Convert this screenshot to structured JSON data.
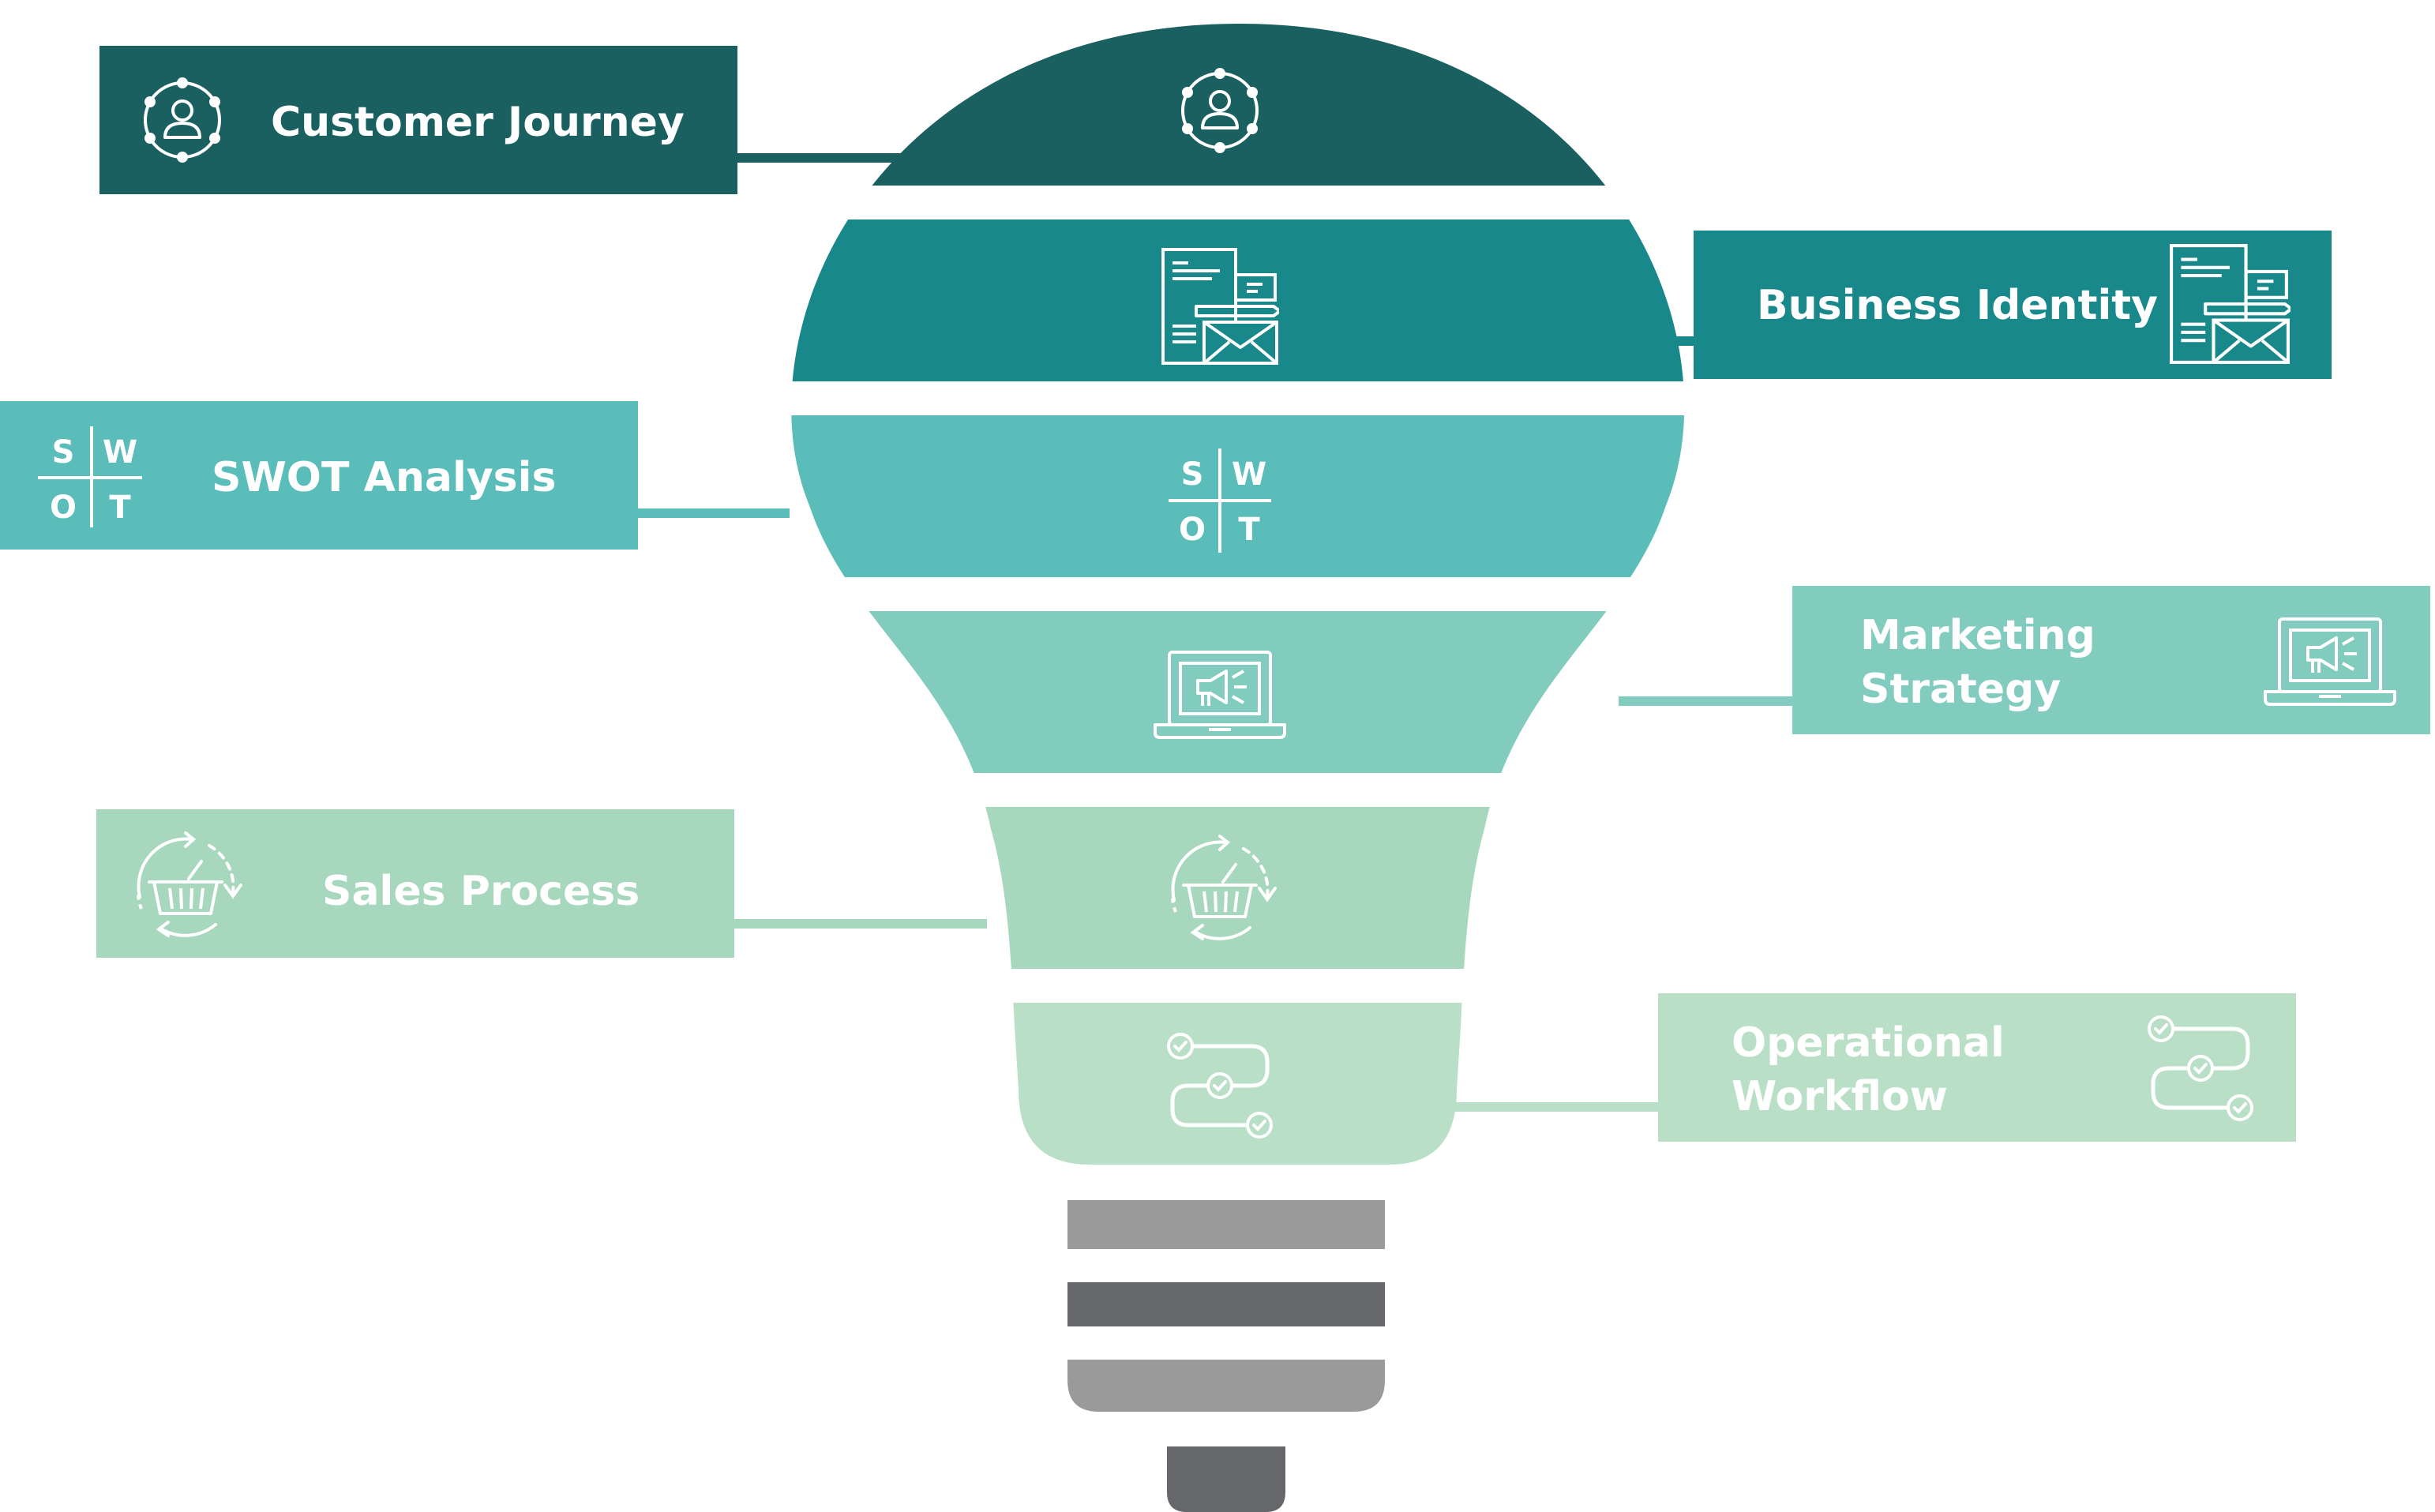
{
  "colors": {
    "customer_journey": "#1b6061",
    "business_identity": "#18888a",
    "swot_analysis": "#5bbdb9",
    "marketing_strategy": "#82cbbf",
    "sales_process": "#a7d8bd",
    "operational_workflow": "#b9e0c7",
    "base_light": "#9a9a9a",
    "base_dark": "#66676b"
  },
  "stages": [
    {
      "id": "customer_journey",
      "label_lines": [
        "Customer Journey"
      ],
      "icon": "user-network-icon"
    },
    {
      "id": "business_identity",
      "label_lines": [
        "Business Identity"
      ],
      "icon": "stationery-envelope-icon"
    },
    {
      "id": "swot_analysis",
      "label_lines": [
        "SWOT Analysis"
      ],
      "icon": "swot-grid-icon"
    },
    {
      "id": "marketing_strategy",
      "label_lines": [
        "Marketing",
        "Strategy"
      ],
      "icon": "laptop-megaphone-icon"
    },
    {
      "id": "sales_process",
      "label_lines": [
        "Sales Process"
      ],
      "icon": "basket-cycle-icon"
    },
    {
      "id": "operational_workflow",
      "label_lines": [
        "Operational",
        "Workflow"
      ],
      "icon": "workflow-path-icon"
    }
  ],
  "swot_letters": {
    "s": "S",
    "w": "W",
    "o": "O",
    "t": "T"
  }
}
